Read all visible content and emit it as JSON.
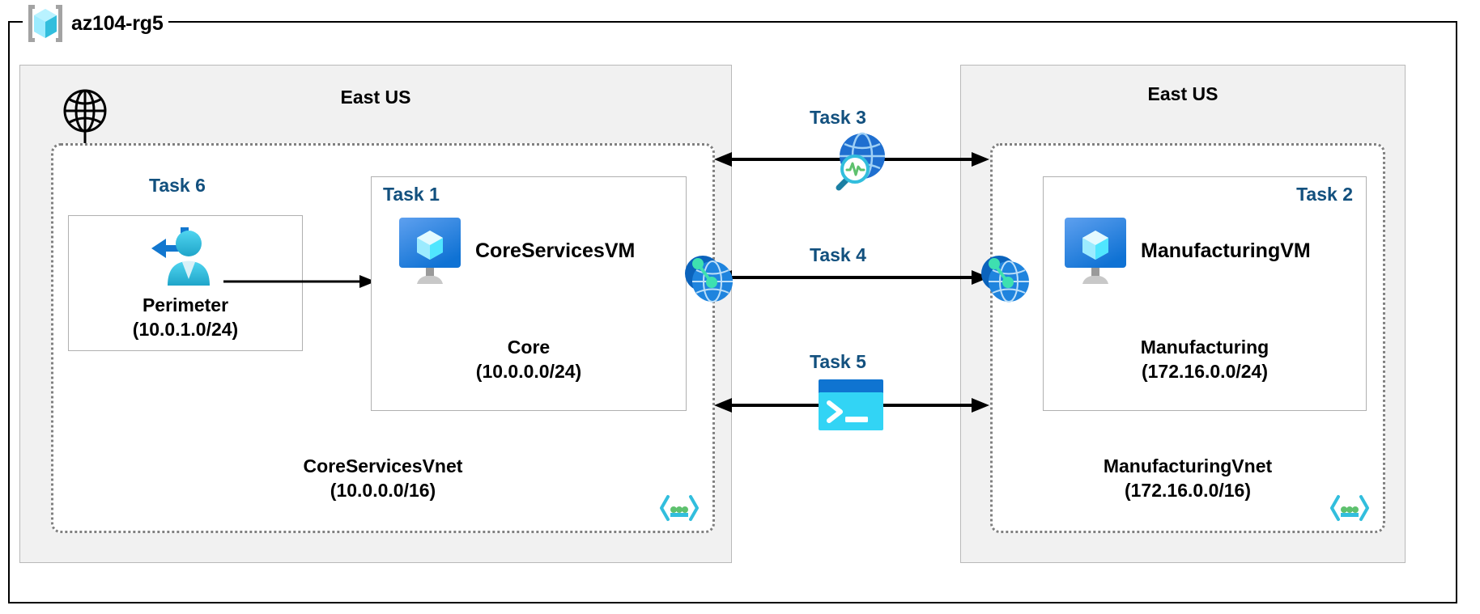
{
  "resource_group": {
    "name": "az104-rg5",
    "icon": "azure-resource-group-icon"
  },
  "regions": [
    {
      "id": "left",
      "title": "East US"
    },
    {
      "id": "right",
      "title": "East US"
    }
  ],
  "internet": {
    "icon": "globe-icon",
    "arrow": "arrow-down-icon"
  },
  "vnets": [
    {
      "id": "core",
      "name": "CoreServicesVnet",
      "cidr": "(10.0.0.0/16)",
      "corner_icon": "vnet-code-brackets-icon"
    },
    {
      "id": "manufacturing",
      "name": "ManufacturingVnet",
      "cidr": "(172.16.0.0/16)",
      "corner_icon": "vnet-code-brackets-icon"
    }
  ],
  "subnets": [
    {
      "id": "perimeter",
      "task": "Task 6",
      "name": "Perimeter",
      "cidr": "(10.0.1.0/24)",
      "icon": "bastion-user-icon"
    },
    {
      "id": "core",
      "task": "Task 1",
      "name": "Core",
      "cidr": "(10.0.0.0/24)",
      "vm": "CoreServicesVM",
      "icon": "virtual-machine-icon"
    },
    {
      "id": "manufacturing",
      "task": "Task 2",
      "name": "Manufacturing",
      "cidr": "(172.16.0.0/24)",
      "vm": "ManufacturingVM",
      "icon": "virtual-machine-icon"
    }
  ],
  "connections": [
    {
      "id": "task3",
      "label": "Task 3",
      "icon": "network-watcher-icon",
      "direction": "bidirectional"
    },
    {
      "id": "task4",
      "label": "Task 4",
      "icon": "vnet-peering-icon",
      "direction": "bidirectional"
    },
    {
      "id": "task5",
      "label": "Task 5",
      "icon": "cloud-shell-icon",
      "direction": "bidirectional"
    }
  ],
  "peering_endpoints": [
    {
      "id": "peer-left",
      "icon": "vnet-peering-icon"
    },
    {
      "id": "peer-right",
      "icon": "vnet-peering-icon"
    }
  ],
  "colors": {
    "task_label": "#12507e",
    "region_fill": "#f1f1f1",
    "azure_blue": "#0078d4",
    "cyan": "#50e6ff",
    "vnet_border": "#808080",
    "arrow": "#000000"
  }
}
